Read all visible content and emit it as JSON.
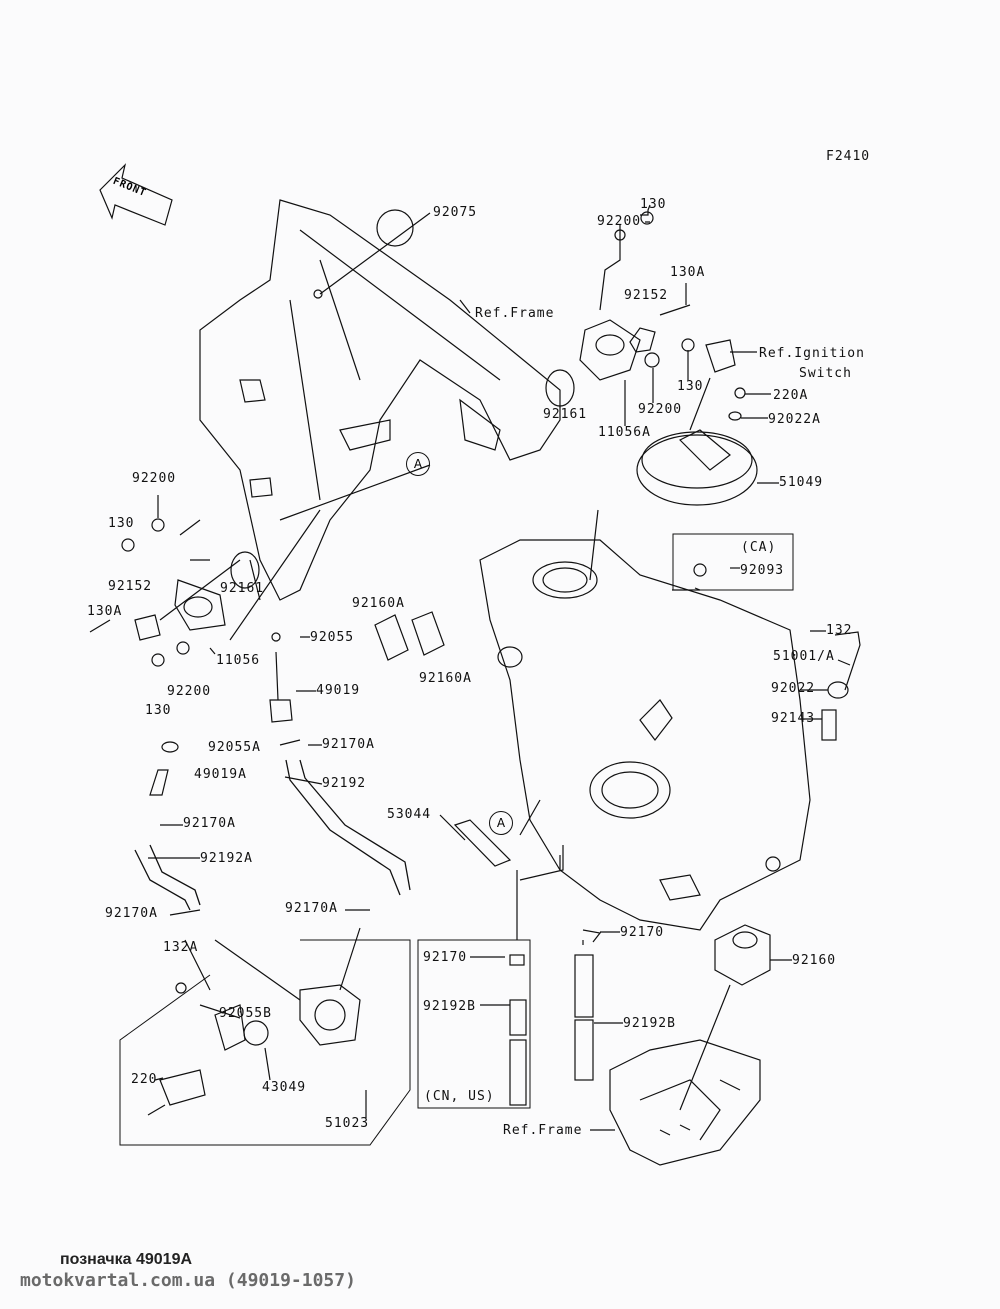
{
  "diagram_code": "F2410",
  "front_marker": "FRONT",
  "labels": {
    "l92075": "92075",
    "ref_frame_top": "Ref.Frame",
    "l130_top": "130",
    "l92200_top": "92200",
    "l130A_top": "130A",
    "l92152_top": "92152",
    "ref_ignition_1": "Ref.Ignition",
    "ref_ignition_2": "Switch",
    "l130_mid": "130",
    "l92200_mid": "92200",
    "l220A": "220A",
    "l92022A": "92022A",
    "l92161_r": "92161",
    "l11056A": "11056A",
    "circleA_1": "A",
    "l51049": "51049",
    "ca": "(CA)",
    "l92093": "92093",
    "l92200_l1": "92200",
    "l130_l1": "130",
    "l92152_l": "92152",
    "l130A_l": "130A",
    "l92161_l": "92161",
    "l11056": "11056",
    "l92200_l2": "92200",
    "l130_l2": "130",
    "l92160A_1": "92160A",
    "l92160A_2": "92160A",
    "l92055": "92055",
    "l49019": "49019",
    "l51001A": "51001/A",
    "l132": "132",
    "l92022": "92022",
    "l92143": "92143",
    "l92055A": "92055A",
    "l92170A_1": "92170A",
    "l49019A": "49019A",
    "l92192": "92192",
    "l92170A_2": "92170A",
    "l92192A": "92192A",
    "l53044": "53044",
    "circleA_2": "A",
    "l92170A_3": "92170A",
    "l92170A_4": "92170A",
    "l92170_r": "92170",
    "l92160": "92160",
    "l92170_b": "92170",
    "l92192B_1": "92192B",
    "l92192B_2": "92192B",
    "l132A": "132A",
    "l92055B": "92055B",
    "l220": "220",
    "l43049": "43049",
    "cn_us": "(CN, US)",
    "l51023": "51023",
    "ref_frame_bottom": "Ref.Frame"
  },
  "footer": {
    "caption": "позначка 49019A",
    "watermark": "motokvartal.com.ua (49019-1057)"
  }
}
